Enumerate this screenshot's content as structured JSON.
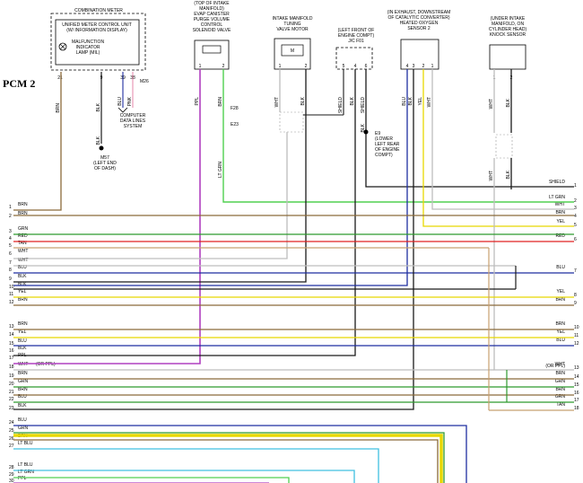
{
  "title": "PCM 2",
  "components": {
    "combo_meter": "COMBINATION METER",
    "unified_meter": [
      "UNIFIED METER CONTROL UNIT",
      "(W/ INFORMATION DISPLAY)"
    ],
    "mil": [
      "MALFUNCTION",
      "INDICATOR",
      "LAMP (MIL)"
    ],
    "evap": [
      "(TOP OF INTAKE",
      "MANIFOLD)",
      "EVAP CANISTER",
      "PURGE VOLUME",
      "CONTROL",
      "SOLENOID VALVE"
    ],
    "imt": [
      "INTAKE MANIFOLD",
      "TUNING",
      "VALVE MOTOR"
    ],
    "jc": [
      "(LEFT FRONT OF",
      "ENGINE COMPT)",
      "J/C F01"
    ],
    "o2": [
      "(IN EXHAUST, DOWNSTREAM",
      "OF CATALYTIC CONVERTER)",
      "HEATED OXYGEN",
      "SENSOR 2"
    ],
    "knock": [
      "(UNDER INTAKE",
      "MANIFOLD, ON",
      "CYLINDER HEAD)",
      "KNOCK SENSOR"
    ],
    "m57": [
      "M57",
      "(LEFT END",
      "OF DASH)"
    ],
    "e9": [
      "E9",
      "(LOWER",
      "LEFT REAR",
      "OF ENGINE",
      "COMPT)"
    ],
    "computer": [
      "COMPUTER",
      "DATA LINES",
      "SYSTEM"
    ],
    "motor_symbol": "M",
    "connectors": {
      "m26": "M26",
      "f28": "F28",
      "e23": "E23"
    }
  },
  "pin_labels": {
    "meter": [
      "21",
      "9",
      "39",
      "38"
    ],
    "evap": [
      "1",
      "2"
    ],
    "imt": [
      "1",
      "2"
    ],
    "jc": [
      "5",
      "4",
      "6"
    ],
    "o2": [
      "4",
      "3",
      "2",
      "1"
    ],
    "knock": [
      "1",
      "2"
    ]
  },
  "wire_labels": {
    "meter": [
      "BRN",
      "BLK",
      "BLU",
      "PNK",
      "BLK"
    ],
    "evap": [
      "PPL",
      "BRN",
      "LT GRN"
    ],
    "imt": [
      "WHT",
      "BLK"
    ],
    "jc": [
      "SHIELD",
      "BLK",
      "SHIELD",
      "BLK"
    ],
    "o2": [
      "BLU",
      "BLK",
      "YEL",
      "WHT"
    ],
    "knock": [
      "WHT",
      "BLK",
      "WHT",
      "BLK"
    ]
  },
  "left_rows": [
    {
      "n": "1",
      "c": "BRN"
    },
    {
      "n": "2",
      "c": "BRN"
    },
    {
      "n": "3",
      "c": "GRN"
    },
    {
      "n": "4",
      "c": "RED"
    },
    {
      "n": "5",
      "c": "TAN"
    },
    {
      "n": "6",
      "c": "WHT"
    },
    {
      "n": "7",
      "c": "WHT"
    },
    {
      "n": "8",
      "c": "BLU"
    },
    {
      "n": "9",
      "c": "BLK"
    },
    {
      "n": "10",
      "c": "BLK"
    },
    {
      "n": "11",
      "c": "YEL"
    },
    {
      "n": "12",
      "c": "BRN"
    },
    {
      "n": "13",
      "c": "BRN"
    },
    {
      "n": "14",
      "c": "YEL"
    },
    {
      "n": "15",
      "c": "BLU"
    },
    {
      "n": "16",
      "c": "BLK"
    },
    {
      "n": "17",
      "c": "PPL"
    },
    {
      "n": "18",
      "c": "WHT"
    },
    {
      "n": "19",
      "c": "BRN"
    },
    {
      "n": "20",
      "c": "GRN"
    },
    {
      "n": "21",
      "c": "BRN"
    },
    {
      "n": "22",
      "c": "BLU"
    },
    {
      "n": "23",
      "c": "BLK"
    },
    {
      "n": "24",
      "c": "BLU"
    },
    {
      "n": "25",
      "c": "GRN"
    },
    {
      "n": "26",
      "c": "BRN"
    },
    {
      "n": "27",
      "c": "LT BLU"
    },
    {
      "n": "28",
      "c": "LT BLU"
    },
    {
      "n": "29",
      "c": "LT GRN"
    },
    {
      "n": "30",
      "c": "PPL"
    }
  ],
  "left_extra": {
    "or_ppl": "(OR PPL)"
  },
  "right_rows": [
    {
      "n": "1",
      "c": "SHIELD"
    },
    {
      "n": "2",
      "c": "LT GRN"
    },
    {
      "n": "3",
      "c": "WHT"
    },
    {
      "n": "4",
      "c": "BRN"
    },
    {
      "n": "5",
      "c": "YEL"
    },
    {
      "n": "6",
      "c": "RED"
    },
    {
      "n": "7",
      "c": "BLU"
    },
    {
      "n": "8",
      "c": "YEL"
    },
    {
      "n": "9",
      "c": "BRN"
    },
    {
      "n": "10",
      "c": "BRN"
    },
    {
      "n": "11",
      "c": "YEL"
    },
    {
      "n": "12",
      "c": "BLU"
    },
    {
      "n": "13",
      "c": "WHT"
    },
    {
      "n": "14",
      "c": "BRN"
    },
    {
      "n": "15",
      "c": "GRN"
    },
    {
      "n": "16",
      "c": "BRN"
    },
    {
      "n": "17",
      "c": "GRN"
    },
    {
      "n": "18",
      "c": "TAN"
    }
  ],
  "right_extra": {
    "or_ppl": "(OR PPL)"
  },
  "colors": {
    "BRN": "#8b6a3a",
    "GRN": "#2e9a2e",
    "RED": "#e02020",
    "TAN": "#c8a070",
    "WHT": "#bdbdbd",
    "BLU": "#1e2ea0",
    "BLK": "#1a1a1a",
    "YEL": "#e8d800",
    "PPL": "#b040c0",
    "LT GRN": "#50d050",
    "LT BLU": "#40c0e0",
    "SHIELD": "#1a1a1a",
    "PNK": "#e890b0"
  }
}
